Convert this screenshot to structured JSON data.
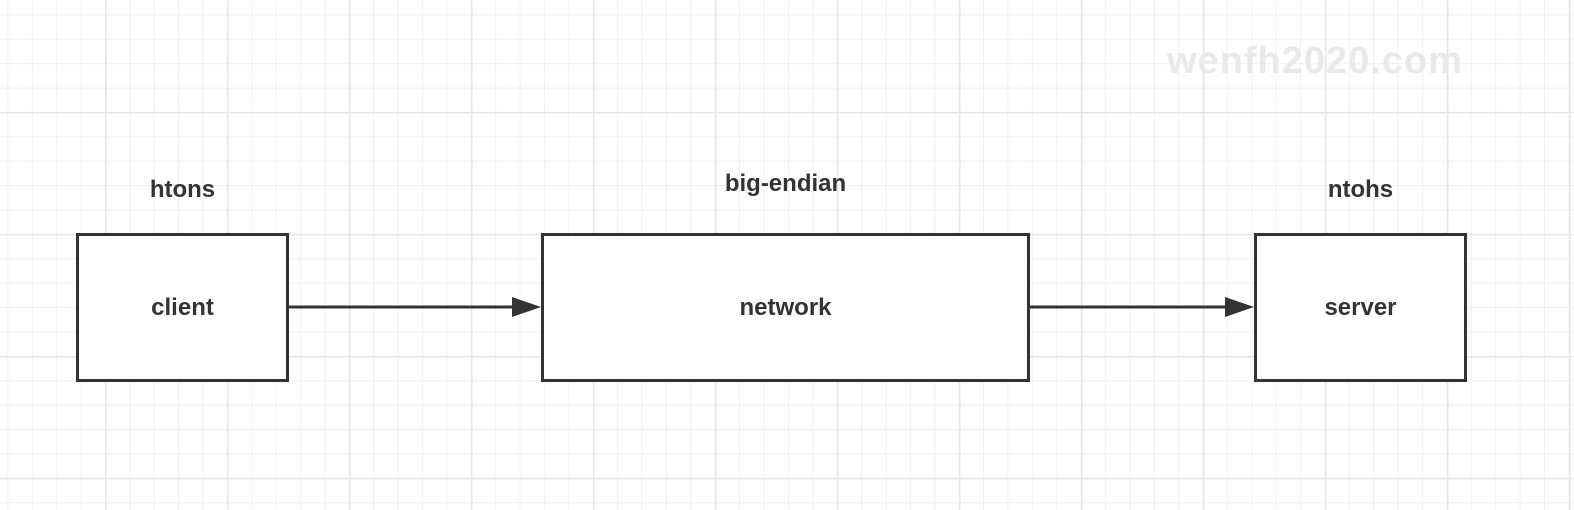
{
  "watermark": "wenfh2020.com",
  "nodes": {
    "client": {
      "label": "client",
      "caption": "htons"
    },
    "network": {
      "label": "network",
      "caption": "big-endian"
    },
    "server": {
      "label": "server",
      "caption": "ntohs"
    }
  },
  "edges": [
    {
      "from": "client",
      "to": "network"
    },
    {
      "from": "network",
      "to": "server"
    }
  ],
  "colors": {
    "stroke": "#333333",
    "grid_major": "#e6e6e6",
    "grid_minor": "#f1f1f1",
    "watermark": "#e9e9e9"
  }
}
